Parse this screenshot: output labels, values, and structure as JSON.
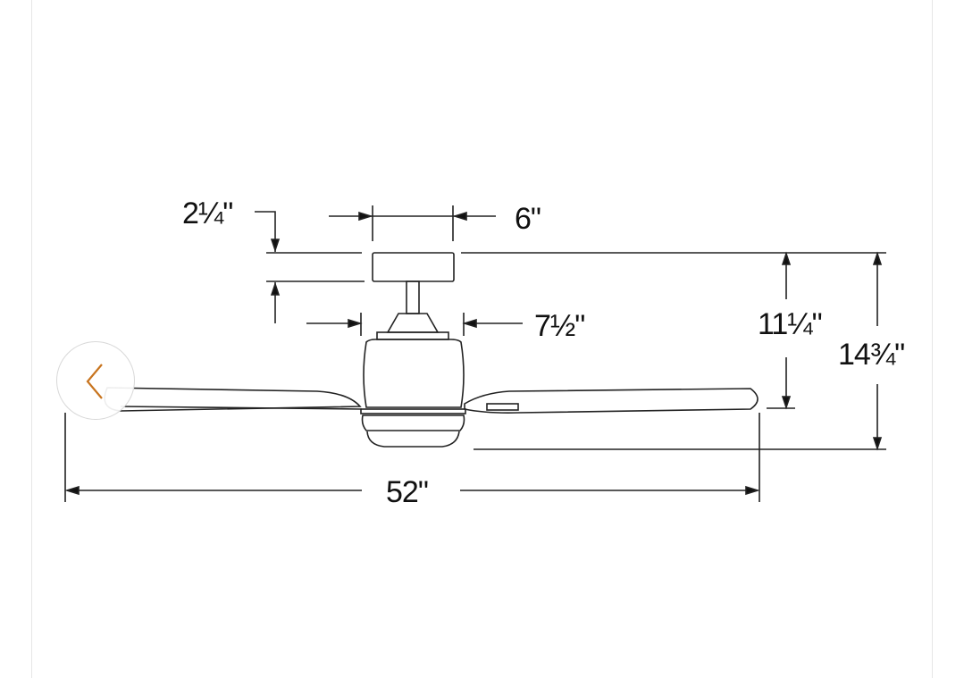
{
  "dimensions": {
    "canopy_height": "2¼\"",
    "canopy_width": "6\"",
    "motor_width": "7½\"",
    "ceiling_to_blade": "11¼\"",
    "overall_height": "14¾\"",
    "blade_span": "52\""
  },
  "carousel": {
    "prev_icon": "chevron-left-icon",
    "accent": "#c8741e"
  }
}
